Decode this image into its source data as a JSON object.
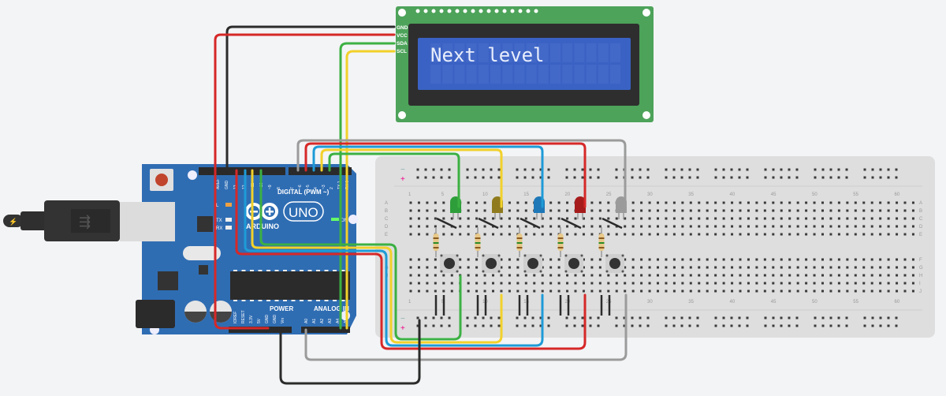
{
  "lcd": {
    "pins": [
      "GND",
      "VCC",
      "SDA",
      "SCL"
    ],
    "line1": "Next level",
    "line2": "",
    "colors": {
      "board": "#4da35a",
      "bezel": "#2e2e2e",
      "screen": "#3a62c4",
      "text": "#e8eefc"
    }
  },
  "arduino": {
    "brand": "ARDUINO",
    "model": "UNO",
    "digital_label": "DIGITAL (PWM ~)",
    "power_label": "POWER",
    "analog_label": "ANALOG IN",
    "digital_pins_left": [
      "AREF",
      "GND",
      "13",
      "12",
      "~11",
      "~10",
      "~9",
      "8"
    ],
    "digital_pins_right": [
      "7",
      "~6",
      "~5",
      "4",
      "~3",
      "2",
      "TX 1",
      "RX 0"
    ],
    "power_pins": [
      "IOREF",
      "RESET",
      "3.3V",
      "5V",
      "GND",
      "GND",
      "Vin"
    ],
    "analog_pins": [
      "A0",
      "A1",
      "A2",
      "A3",
      "A4",
      "A5"
    ],
    "leds": [
      "L",
      "TX",
      "RX",
      "ON"
    ],
    "color": "#2f6db3"
  },
  "breadboard": {
    "columns_top": [
      "1",
      "5",
      "10",
      "15",
      "20",
      "25",
      "30",
      "35",
      "40",
      "45",
      "50",
      "55",
      "60"
    ],
    "rows_top": [
      "A",
      "B",
      "C",
      "D",
      "E"
    ],
    "rows_bottom": [
      "F",
      "G",
      "H",
      "I",
      "J"
    ],
    "rail_minus": "−",
    "rail_plus": "+"
  },
  "components": {
    "leds": [
      {
        "color": "green",
        "hex": "#2e9e3a"
      },
      {
        "color": "yellow",
        "hex": "#8f7a1e"
      },
      {
        "color": "blue",
        "hex": "#1e78b8"
      },
      {
        "color": "red",
        "hex": "#a61c1c"
      },
      {
        "color": "white",
        "hex": "#9a9a9a"
      }
    ],
    "resistor_count": 5,
    "button_count": 5
  },
  "wires": {
    "colors": {
      "black": "#2b2b2b",
      "red": "#d62828",
      "green": "#3cb043",
      "yellow": "#f2d12a",
      "blue": "#1e9bd7",
      "gray": "#9b9b9b"
    }
  }
}
